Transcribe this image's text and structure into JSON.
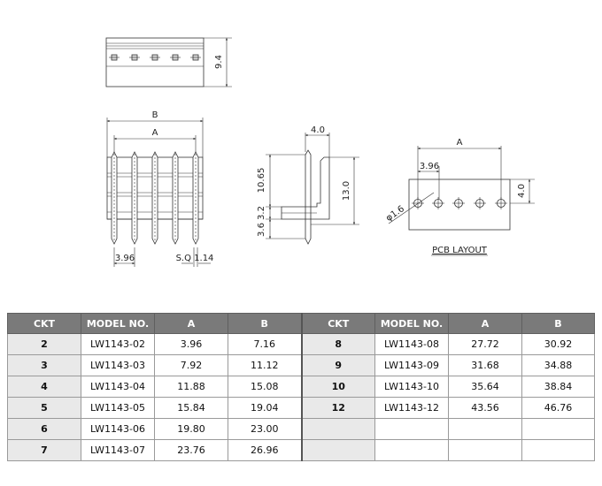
{
  "drawing": {
    "top_view": {
      "height_dim": "9.4"
    },
    "front_view": {
      "dim_b": "B",
      "dim_a": "A",
      "pitch": "3.96",
      "pin_square": "S.Q 1.14"
    },
    "side_view": {
      "width_dim": "4.0",
      "upper_dim": "10.65",
      "mid_dim": "3.2",
      "lower_dim": "3.6",
      "total_dim": "13.0"
    },
    "pcb_layout": {
      "title": "PCB LAYOUT",
      "dim_a": "A",
      "pitch": "3.96",
      "row_dim": "4.0",
      "hole_dia": "φ1.6"
    }
  },
  "table": {
    "headers": [
      "CKT",
      "MODEL NO.",
      "A",
      "B",
      "CKT",
      "MODEL NO.",
      "A",
      "B"
    ],
    "rows": [
      [
        "2",
        "LW1143-02",
        "3.96",
        "7.16",
        "8",
        "LW1143-08",
        "27.72",
        "30.92"
      ],
      [
        "3",
        "LW1143-03",
        "7.92",
        "11.12",
        "9",
        "LW1143-09",
        "31.68",
        "34.88"
      ],
      [
        "4",
        "LW1143-04",
        "11.88",
        "15.08",
        "10",
        "LW1143-10",
        "35.64",
        "38.84"
      ],
      [
        "5",
        "LW1143-05",
        "15.84",
        "19.04",
        "12",
        "LW1143-12",
        "43.56",
        "46.76"
      ],
      [
        "6",
        "LW1143-06",
        "19.80",
        "23.00",
        "",
        "",
        "",
        ""
      ],
      [
        "7",
        "LW1143-07",
        "23.76",
        "26.96",
        "",
        "",
        "",
        ""
      ]
    ]
  }
}
